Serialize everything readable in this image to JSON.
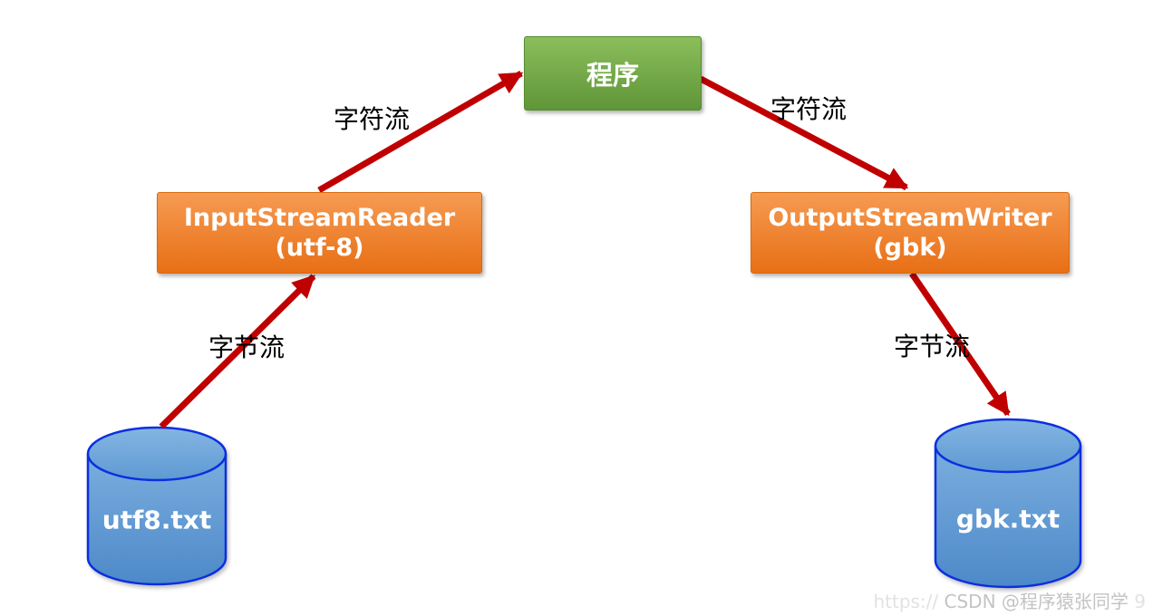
{
  "diagram": {
    "program_box": {
      "label": "程序"
    },
    "reader_box": {
      "title": "InputStreamReader",
      "subtitle": "(utf-8)"
    },
    "writer_box": {
      "title": "OutputStreamWriter",
      "subtitle": "(gbk)"
    },
    "source_file": {
      "label": "utf8.txt"
    },
    "target_file": {
      "label": "gbk.txt"
    },
    "edge_labels": {
      "char_stream_left": "字符流",
      "char_stream_right": "字符流",
      "byte_stream_left": "字节流",
      "byte_stream_right": "字节流"
    },
    "colors": {
      "arrow_red": "#C00000",
      "program_green_top": "#8BBE5B",
      "program_green_bottom": "#5F9638",
      "stream_orange_top": "#F69B52",
      "stream_orange_bottom": "#E86F15",
      "cylinder_fill_top": "#7BAEDE",
      "cylinder_fill_bottom": "#4D89C9",
      "cylinder_border": "#0B2FE0",
      "label_text": "#000000",
      "node_text": "#FFFFFF"
    }
  },
  "watermark": {
    "prefix": "https://",
    "text": "CSDN @程序猿张同学",
    "suffix": "9"
  }
}
